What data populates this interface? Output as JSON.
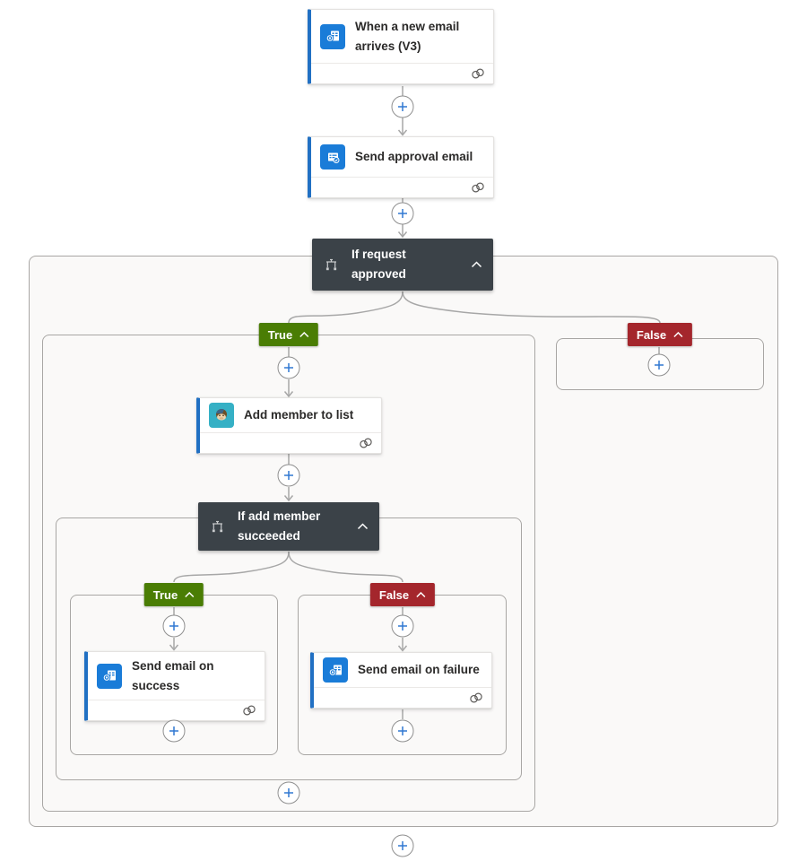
{
  "colors": {
    "accent-blue": "#2170c3",
    "outlook-blue": "#1a7cd8",
    "mailchimp-teal": "#35b0c5",
    "condition-bg": "#3b4248",
    "true-green": "#4a7d04",
    "false-red": "#a4262c",
    "connector-gray": "#a7a7a7",
    "plus-blue": "#3078d2",
    "scope-bg": "#faf9f8"
  },
  "icons": {
    "trigger": "outlook-mail-icon",
    "send_approval": "outlook-approval-icon",
    "condition": "condition-branch-icon",
    "add_member": "mailchimp-monkey-icon",
    "email_success": "outlook-mail-icon",
    "email_failure": "outlook-mail-icon",
    "footer": "connection-link-icon",
    "collapse": "chevron-up-icon",
    "insert": "plus-icon"
  },
  "nodes": {
    "trigger": {
      "title": "When a new email arrives (V3)"
    },
    "send_approval": {
      "title": "Send approval email"
    },
    "condition_request": {
      "title": "If request approved"
    },
    "add_member": {
      "title": "Add member to list"
    },
    "condition_member": {
      "title": "If add member succeeded"
    },
    "email_success": {
      "title": "Send email on success"
    },
    "email_failure": {
      "title": "Send email on failure"
    }
  },
  "badges": {
    "true": "True",
    "false": "False"
  }
}
